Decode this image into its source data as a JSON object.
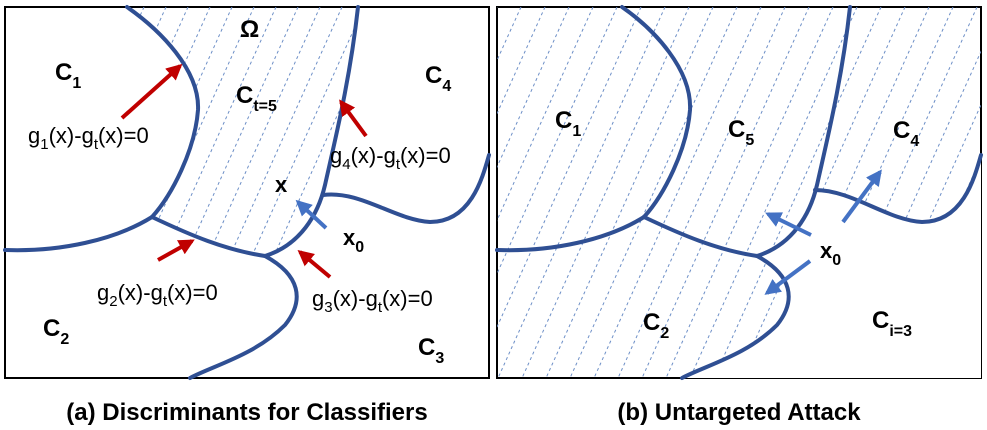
{
  "panel_a": {
    "omega": "Ω",
    "classes": {
      "c1": {
        "main": "C",
        "sub": "1"
      },
      "c2": {
        "main": "C",
        "sub": "2"
      },
      "c3": {
        "main": "C",
        "sub": "3"
      },
      "c4": {
        "main": "C",
        "sub": "4"
      },
      "ct": {
        "main": "C",
        "sub": "t=5"
      }
    },
    "equations": {
      "g1": {
        "g": "g",
        "i": "1",
        "mid": "(x)-g",
        "t": "t",
        "end": "(x)=0"
      },
      "g2": {
        "g": "g",
        "i": "2",
        "mid": "(x)-g",
        "t": "t",
        "end": "(x)=0"
      },
      "g3": {
        "g": "g",
        "i": "3",
        "mid": "(x)-g",
        "t": "t",
        "end": "(x)=0"
      },
      "g4": {
        "g": "g",
        "i": "4",
        "mid": "(x)-g",
        "t": "t",
        "end": "(x)=0"
      }
    },
    "x": "x",
    "x0": {
      "main": "x",
      "sub": "0"
    },
    "caption": "(a) Discriminants for Classifiers",
    "colors": {
      "boundary": "#2f4f93",
      "red_arrow": "#c00000",
      "blue_arrow": "#4472c4",
      "hatch": "#6d8fc7"
    }
  },
  "panel_b": {
    "classes": {
      "c1": {
        "main": "C",
        "sub": "1"
      },
      "c2": {
        "main": "C",
        "sub": "2"
      },
      "c4": {
        "main": "C",
        "sub": "4"
      },
      "c5": {
        "main": "C",
        "sub": "5"
      },
      "ci": {
        "main": "C",
        "sub": "i=3"
      }
    },
    "x0": {
      "main": "x",
      "sub": "0"
    },
    "caption": "(b) Untargeted Attack"
  }
}
